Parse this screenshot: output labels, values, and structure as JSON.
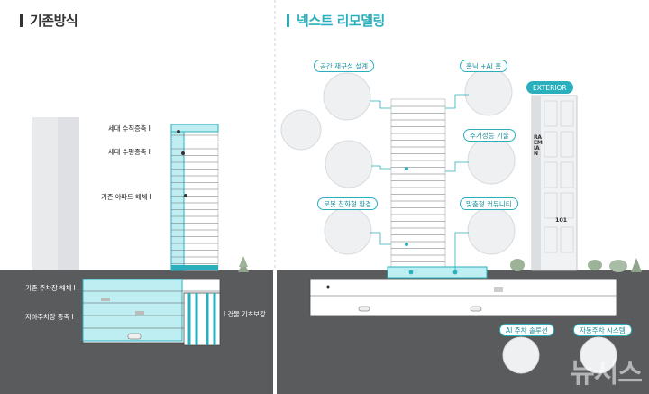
{
  "left": {
    "title": "기존방식",
    "labels": {
      "vertical_extension": "세대 수직증축",
      "horizontal_extension": "세대 수평증축",
      "apartment_demolition": "기존 아파트 해체",
      "parking_demolition": "기존 주차장 해체",
      "underground_parking_extension": "지하주차장 증축",
      "foundation_reinforcement": "건물 기초보강"
    }
  },
  "right": {
    "title": "넥스트 리모델링",
    "features": {
      "space_design": "공간 재구성 설계",
      "home_ai": "홈닉 +AI 홈",
      "exterior": "EXTERIOR",
      "living_tech": "주거성능 기술",
      "robot_env": "로봇 친화형 환경",
      "community": "맞춤형 커뮤니티",
      "ai_parking": "AI 주차 솔루션",
      "auto_parking": "자동주차 시스템"
    },
    "tower_brand": "RAEMIAN",
    "tower_number": "101"
  },
  "watermark": "뉴시스",
  "colors": {
    "accent": "#2ab0bd",
    "ground": "#5a5b5d",
    "building": "#ffffff",
    "bg_building": "#e6e7e9"
  }
}
